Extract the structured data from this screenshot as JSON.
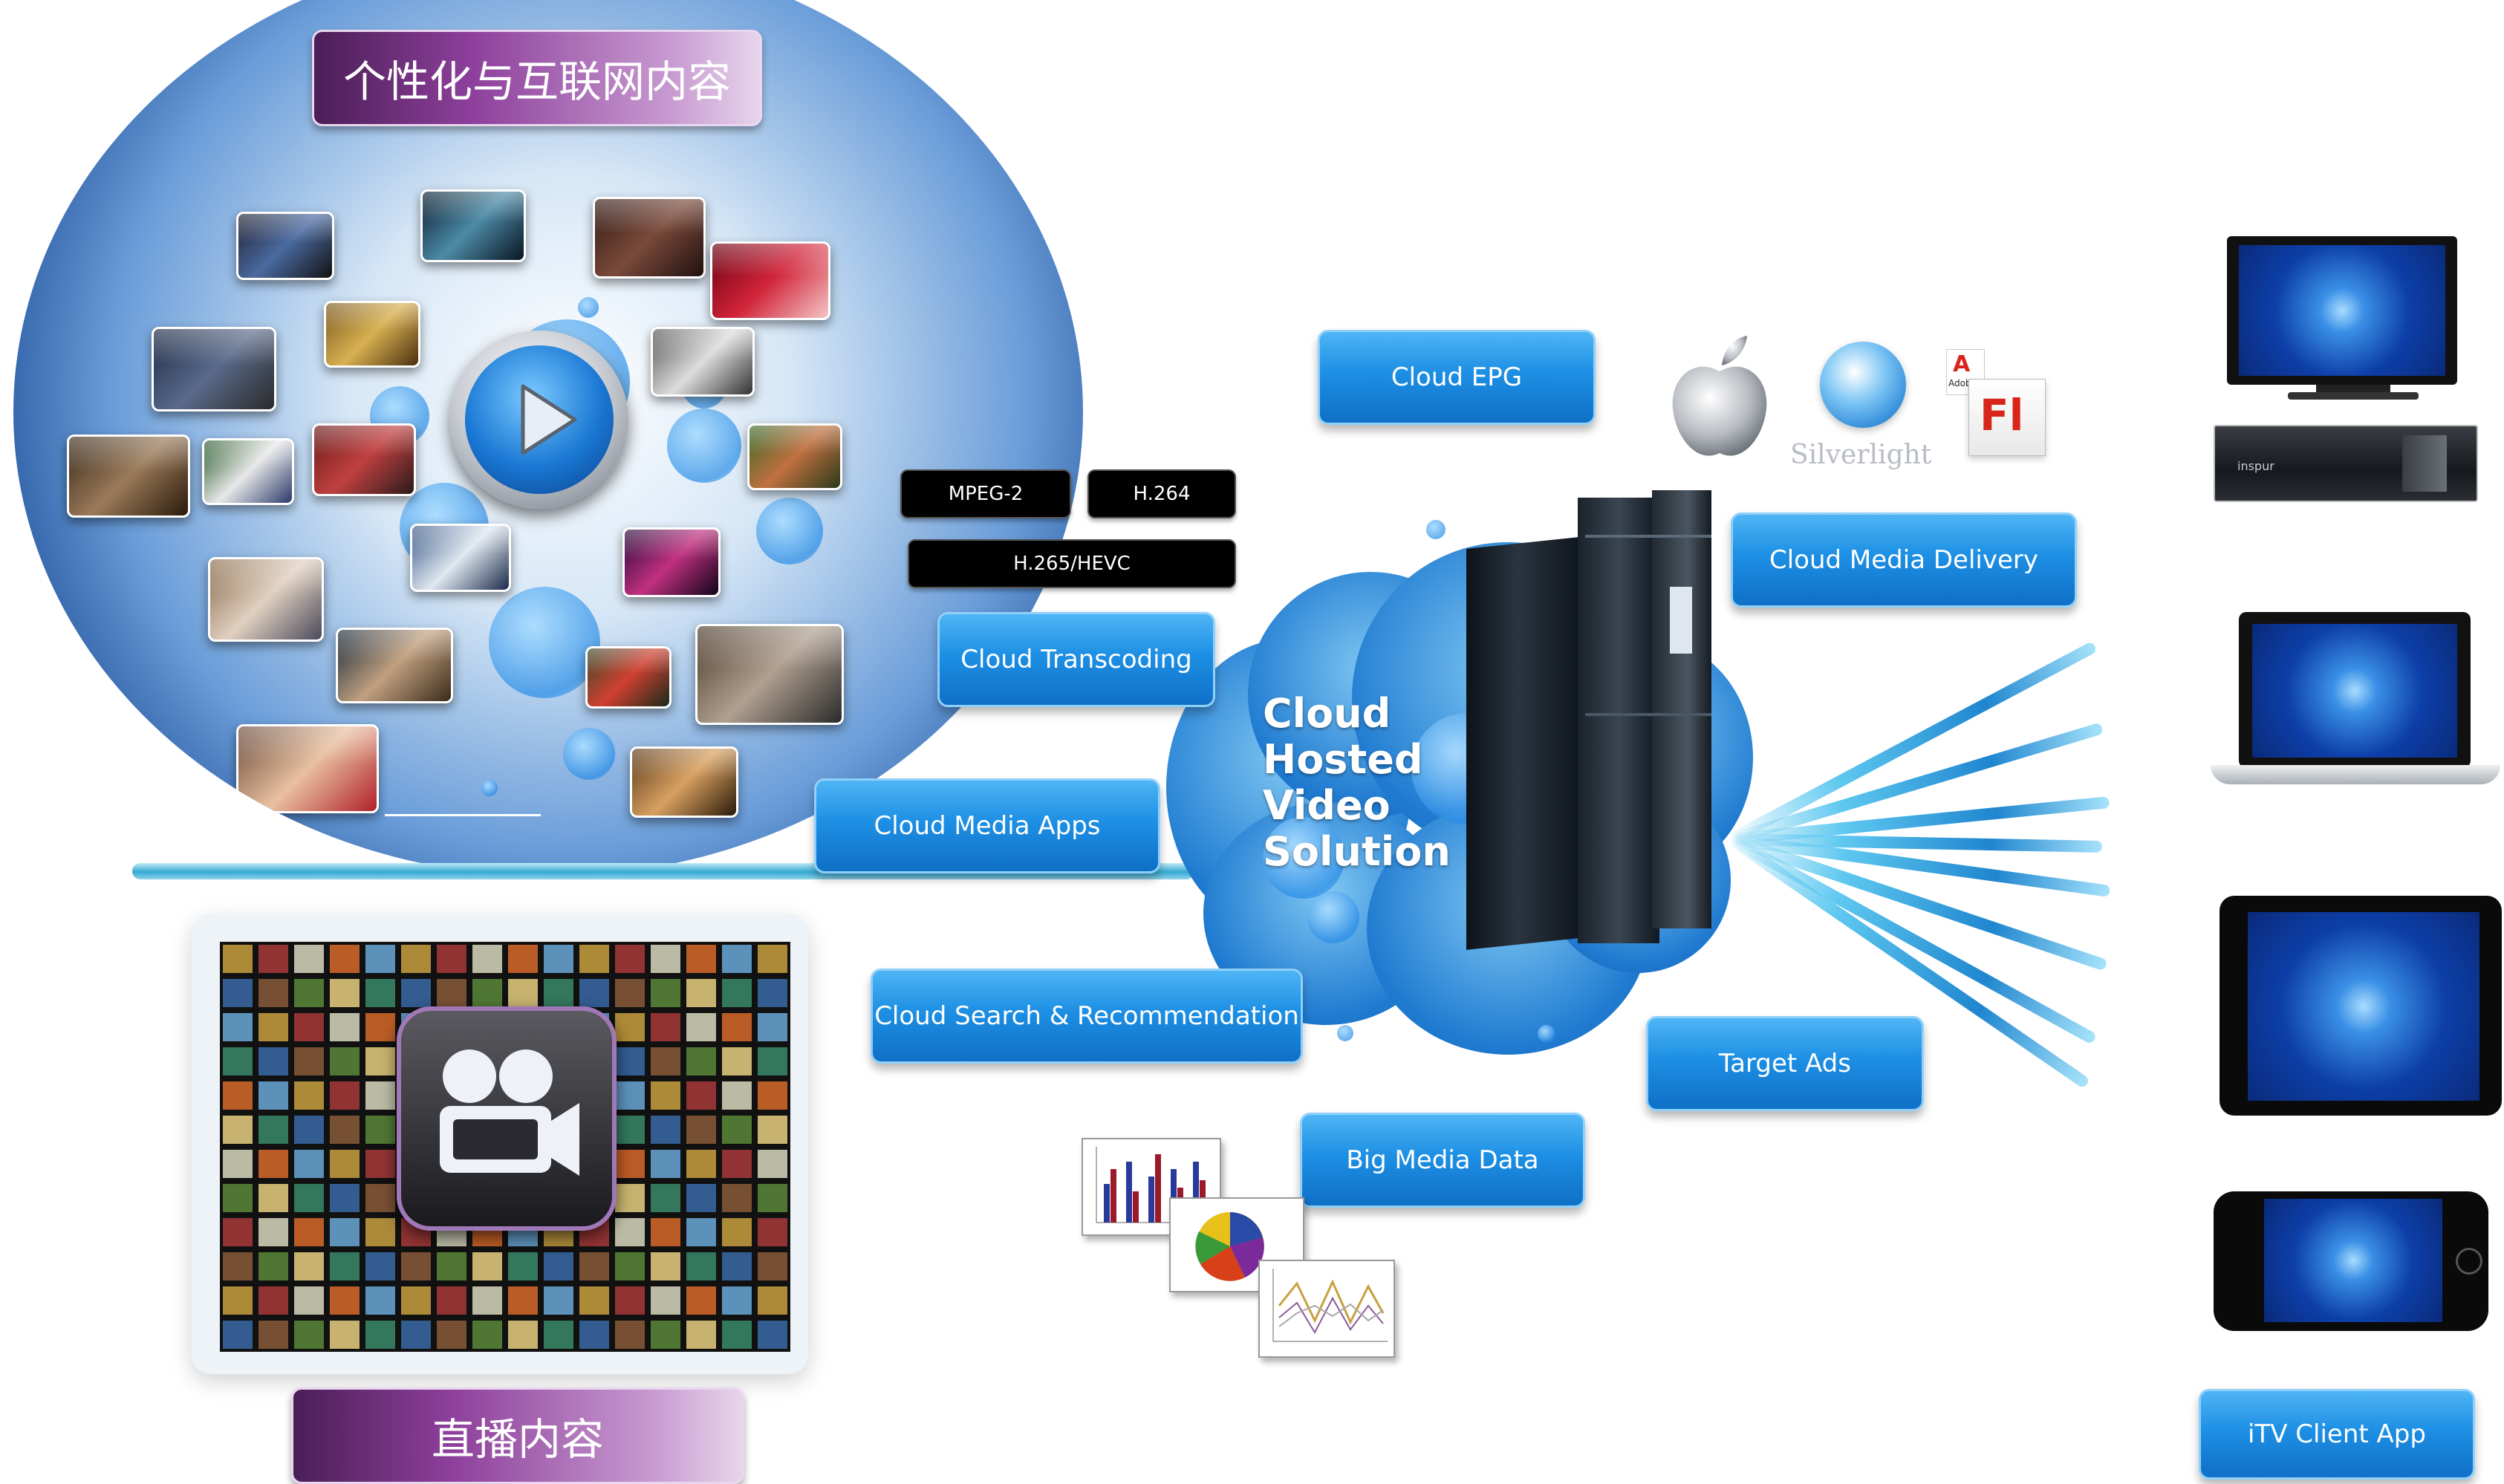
{
  "labels": {
    "internet_content": "个性化与互联网内容",
    "live_content": "直播内容"
  },
  "cloud": {
    "title_lines": [
      "Cloud",
      "Hosted",
      "Video",
      "Solution"
    ]
  },
  "services": {
    "cloud_epg": "Cloud EPG",
    "cloud_media_delivery": "Cloud Media Delivery",
    "cloud_transcoding": "Cloud Transcoding",
    "cloud_media_apps": "Cloud Media Apps",
    "cloud_search": "Cloud Search & Recommendation",
    "target_ads": "Target Ads",
    "big_media_data": "Big Media Data",
    "itv_client_app": "iTV Client App"
  },
  "codecs": {
    "mpeg2": "MPEG-2",
    "h264": "H.264",
    "h265": "H.265/HEVC"
  },
  "platform_logos": {
    "silverlight": "Silverlight",
    "adobe": "Adobe",
    "flash": "Fl"
  },
  "devices": {
    "settop_brand": "inspur"
  },
  "colors": {
    "pill_blue": "#1d8fe4",
    "purple": "#8d3f9b",
    "cloud_blue": "#1f7ad0",
    "ray_cyan": "#5ec8f0"
  },
  "icons": [
    "play-icon",
    "video-camera-icon",
    "apple-logo-icon",
    "silverlight-logo-icon",
    "adobe-flash-logo-icon"
  ]
}
